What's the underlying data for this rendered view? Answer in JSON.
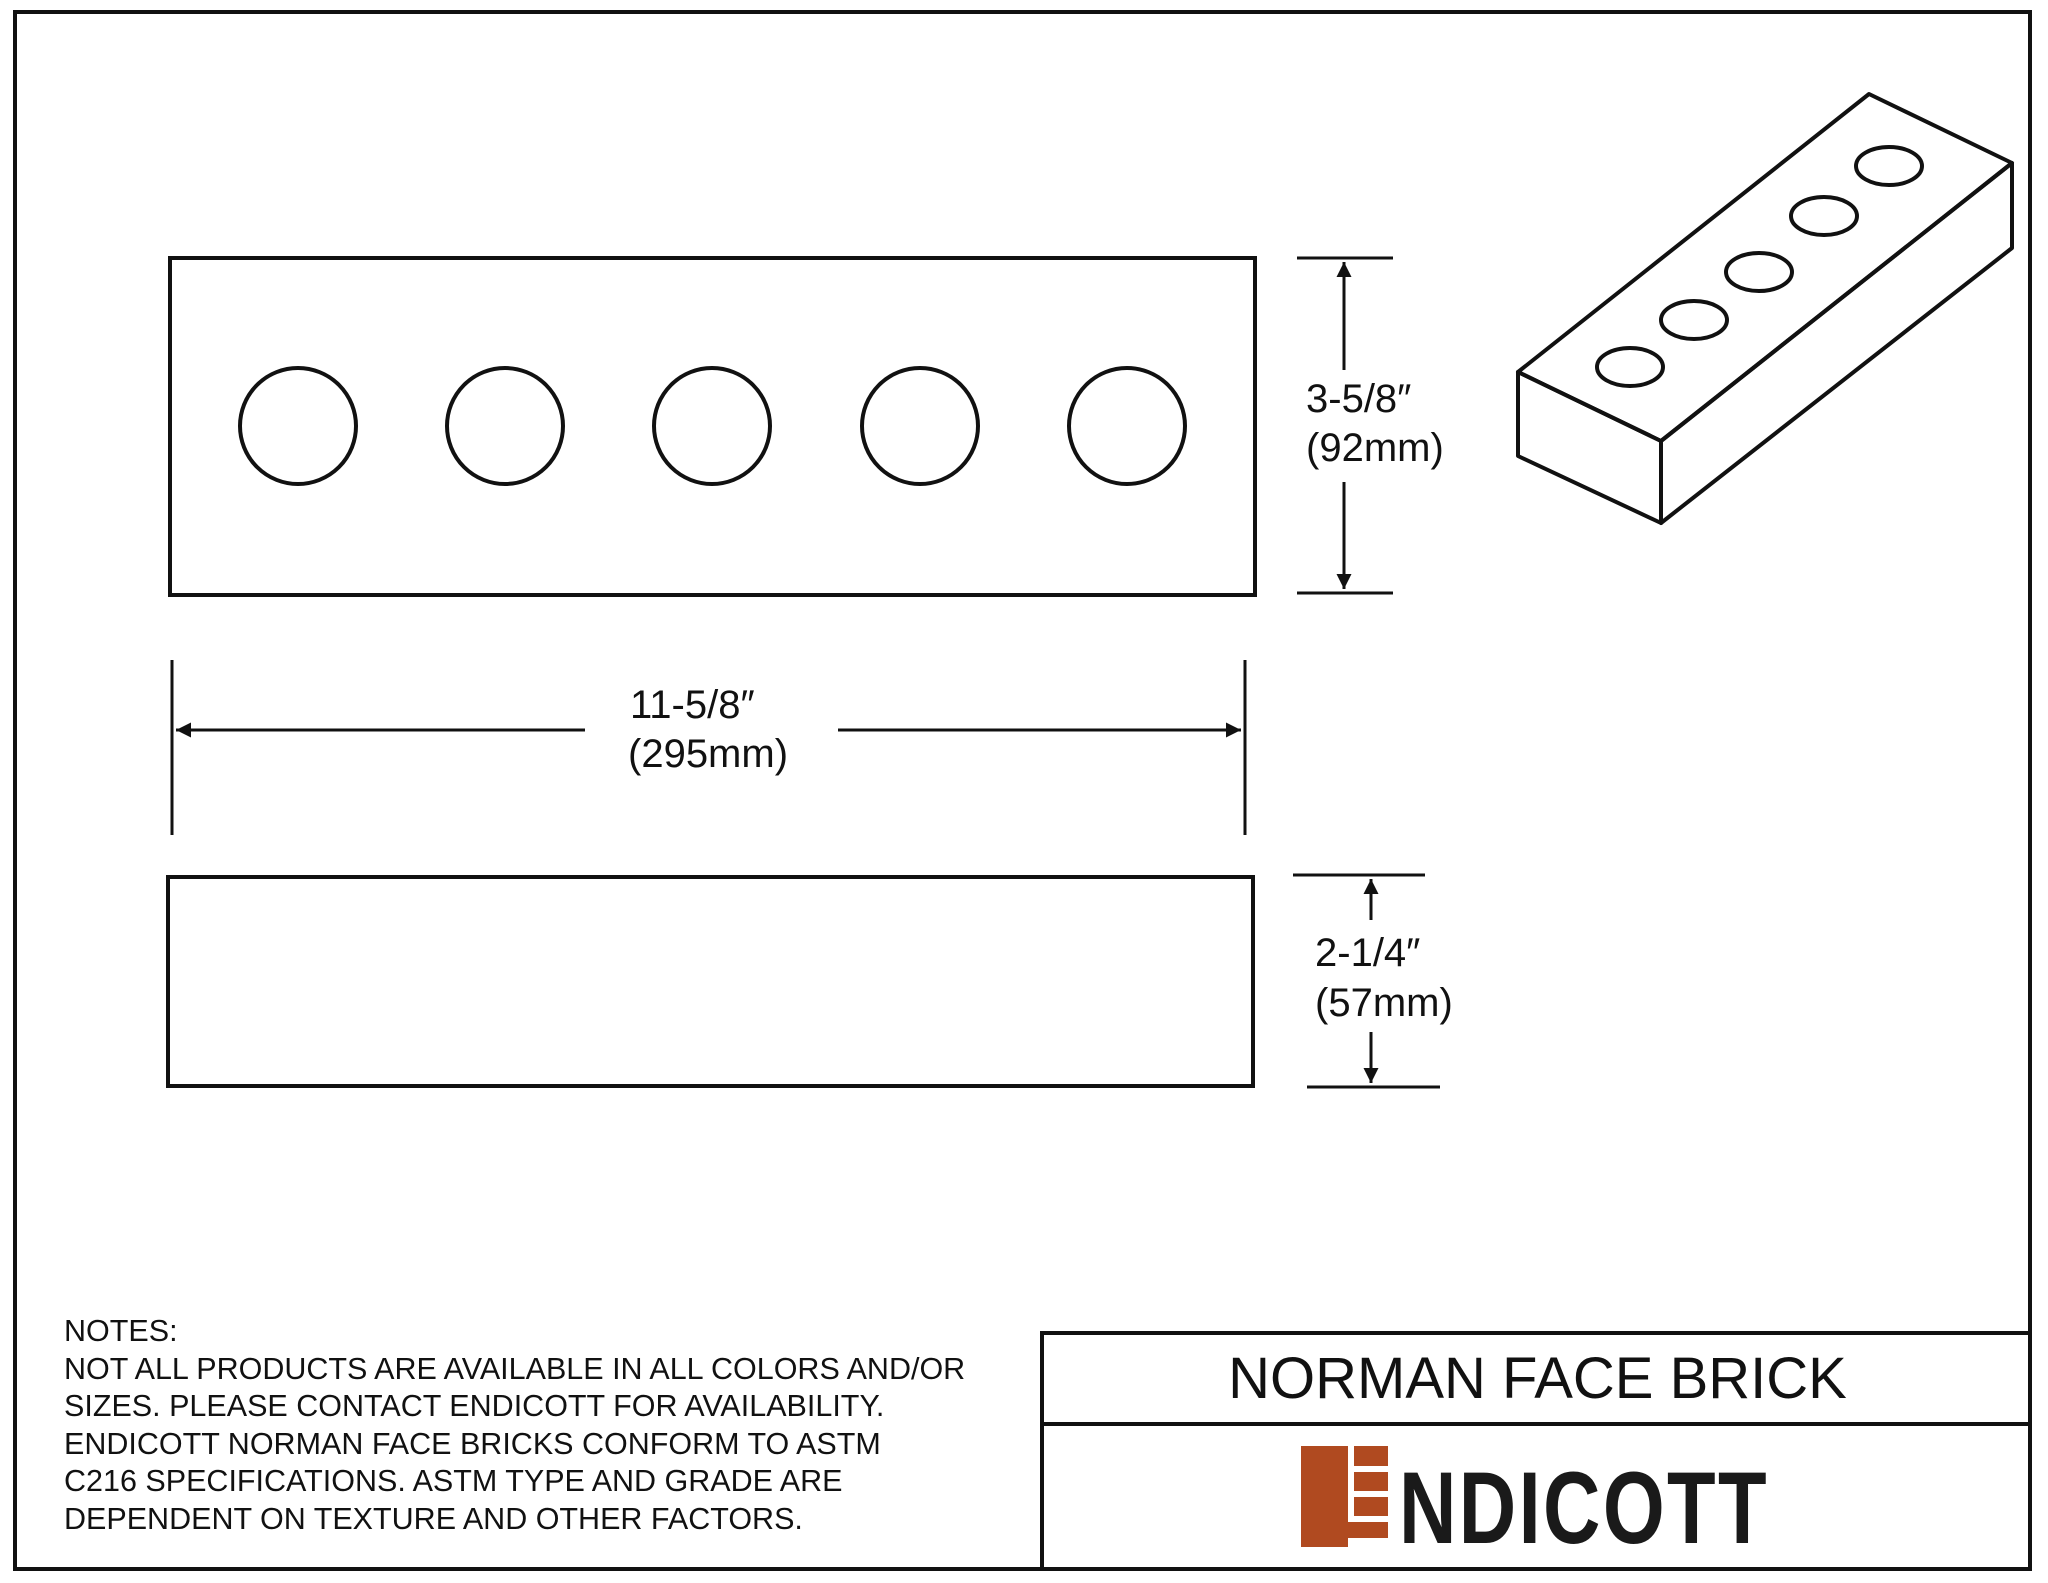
{
  "sheet": {
    "title": "NORMAN FACE BRICK",
    "brand_color": "#b04a20",
    "line_color": "#111111"
  },
  "dimensions": {
    "height": {
      "inches": "3-5/8″",
      "mm": "(92mm)"
    },
    "length": {
      "inches": "11-5/8″",
      "mm": "(295mm)"
    },
    "width": {
      "inches": "2-1/4″",
      "mm": "(57mm)"
    }
  },
  "notes": {
    "heading": "NOTES:",
    "lines": [
      "NOT ALL PRODUCTS ARE AVAILABLE IN ALL COLORS AND/OR",
      "SIZES. PLEASE CONTACT ENDICOTT FOR AVAILABILITY.",
      "ENDICOTT NORMAN FACE BRICKS CONFORM TO ASTM",
      "C216 SPECIFICATIONS. ASTM TYPE AND GRADE ARE",
      "DEPENDENT ON TEXTURE AND OTHER FACTORS."
    ]
  },
  "logo": {
    "text": "NDICOTT",
    "icon": "endicott-e-brick-icon"
  },
  "brick": {
    "core_holes": 5
  }
}
